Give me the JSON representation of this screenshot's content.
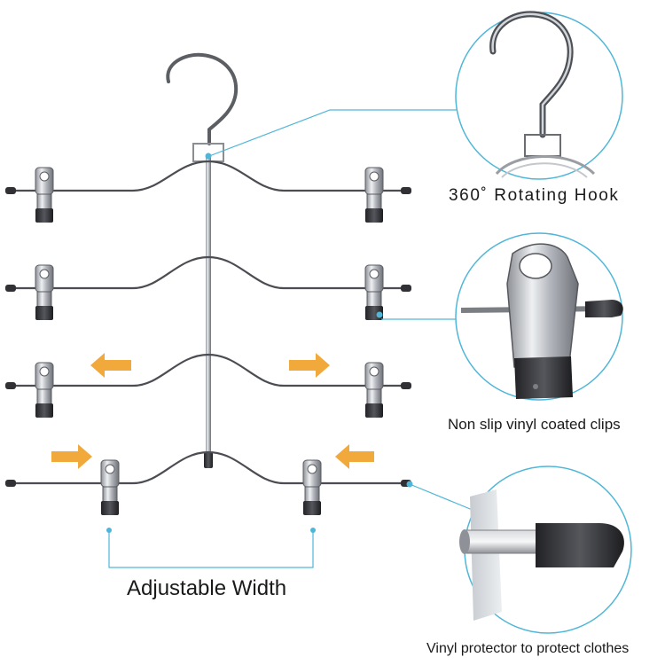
{
  "captions": {
    "rotating_hook": "360˚ Rotating Hook",
    "non_slip_clips": "Non slip vinyl coated clips",
    "adjustable_width": "Adjustable Width",
    "vinyl_protector": "Vinyl protector to protect clothes"
  },
  "colors": {
    "callout_line": "#4fb6d8",
    "circle_border": "#4fb6d8",
    "arrow": "#f2a93b",
    "wire": "#444444",
    "chrome": "#b9bcc2",
    "vinyl": "#2f2f33"
  },
  "icons": [
    "arrow-left-icon",
    "arrow-right-icon",
    "hanger-hook-icon",
    "clip-icon",
    "vinyl-tip-icon"
  ]
}
